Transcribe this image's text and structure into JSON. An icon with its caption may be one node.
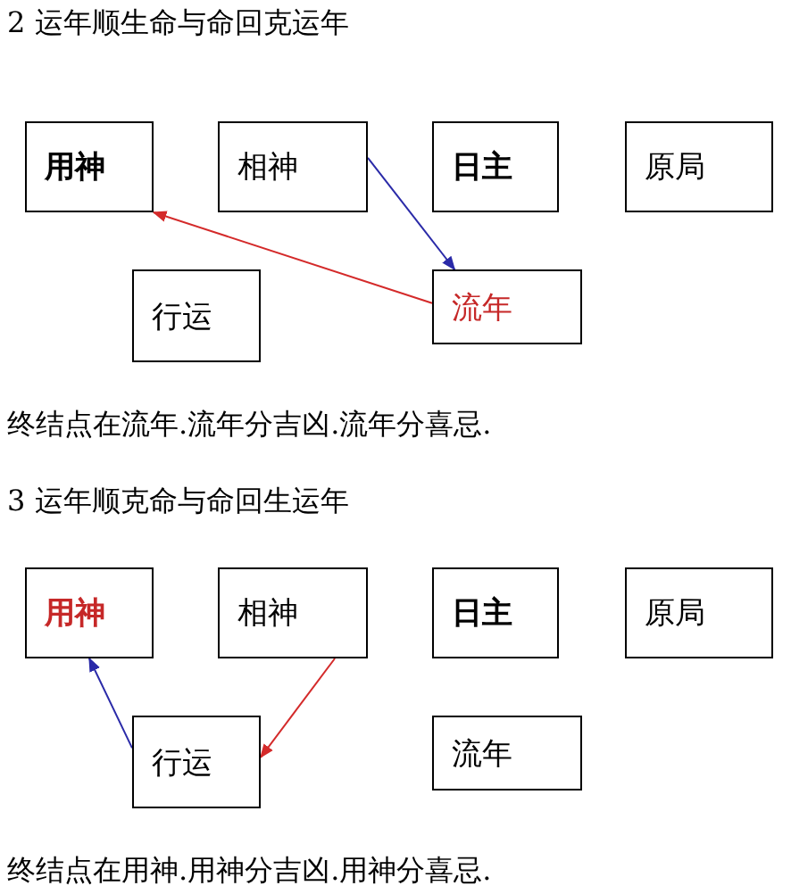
{
  "diagram": {
    "nodes": [
      {
        "text": [
          "用神"
        ]
      },
      {
        "text": [
          "相神"
        ]
      },
      {
        "text": [
          "日主"
        ]
      },
      {
        "text": [
          "原局"
        ]
      },
      {
        "text": [
          "行运"
        ]
      },
      {
        "text": [
          "流年"
        ]
      },
      {
        "text": [
          "用神"
        ]
      },
      {
        "text": [
          "相神"
        ]
      },
      {
        "text": [
          "日主"
        ]
      },
      {
        "text": [
          "原局"
        ]
      },
      {
        "text": [
          "行运"
        ]
      },
      {
        "text": [
          "流年"
        ]
      }
    ],
    "edges": [
      {
        "from": 1,
        "to": 5,
        "arrow": "to",
        "color": "#2a2aa8"
      },
      {
        "from": 5,
        "to": 0,
        "arrow": "to",
        "color": "#d42a2a"
      },
      {
        "from": 10,
        "to": 6,
        "arrow": "to",
        "color": "#2a2aa8"
      },
      {
        "from": 7,
        "to": 10,
        "arrow": "to",
        "color": "#d42a2a"
      }
    ],
    "labels": [
      "2 运年顺生命与命回克运年",
      "终结点在流年.流年分吉凶.流年分喜忌.",
      "3 运年顺克命与命回生运年",
      "终结点在用神.用神分吉凶.用神分喜忌."
    ]
  }
}
